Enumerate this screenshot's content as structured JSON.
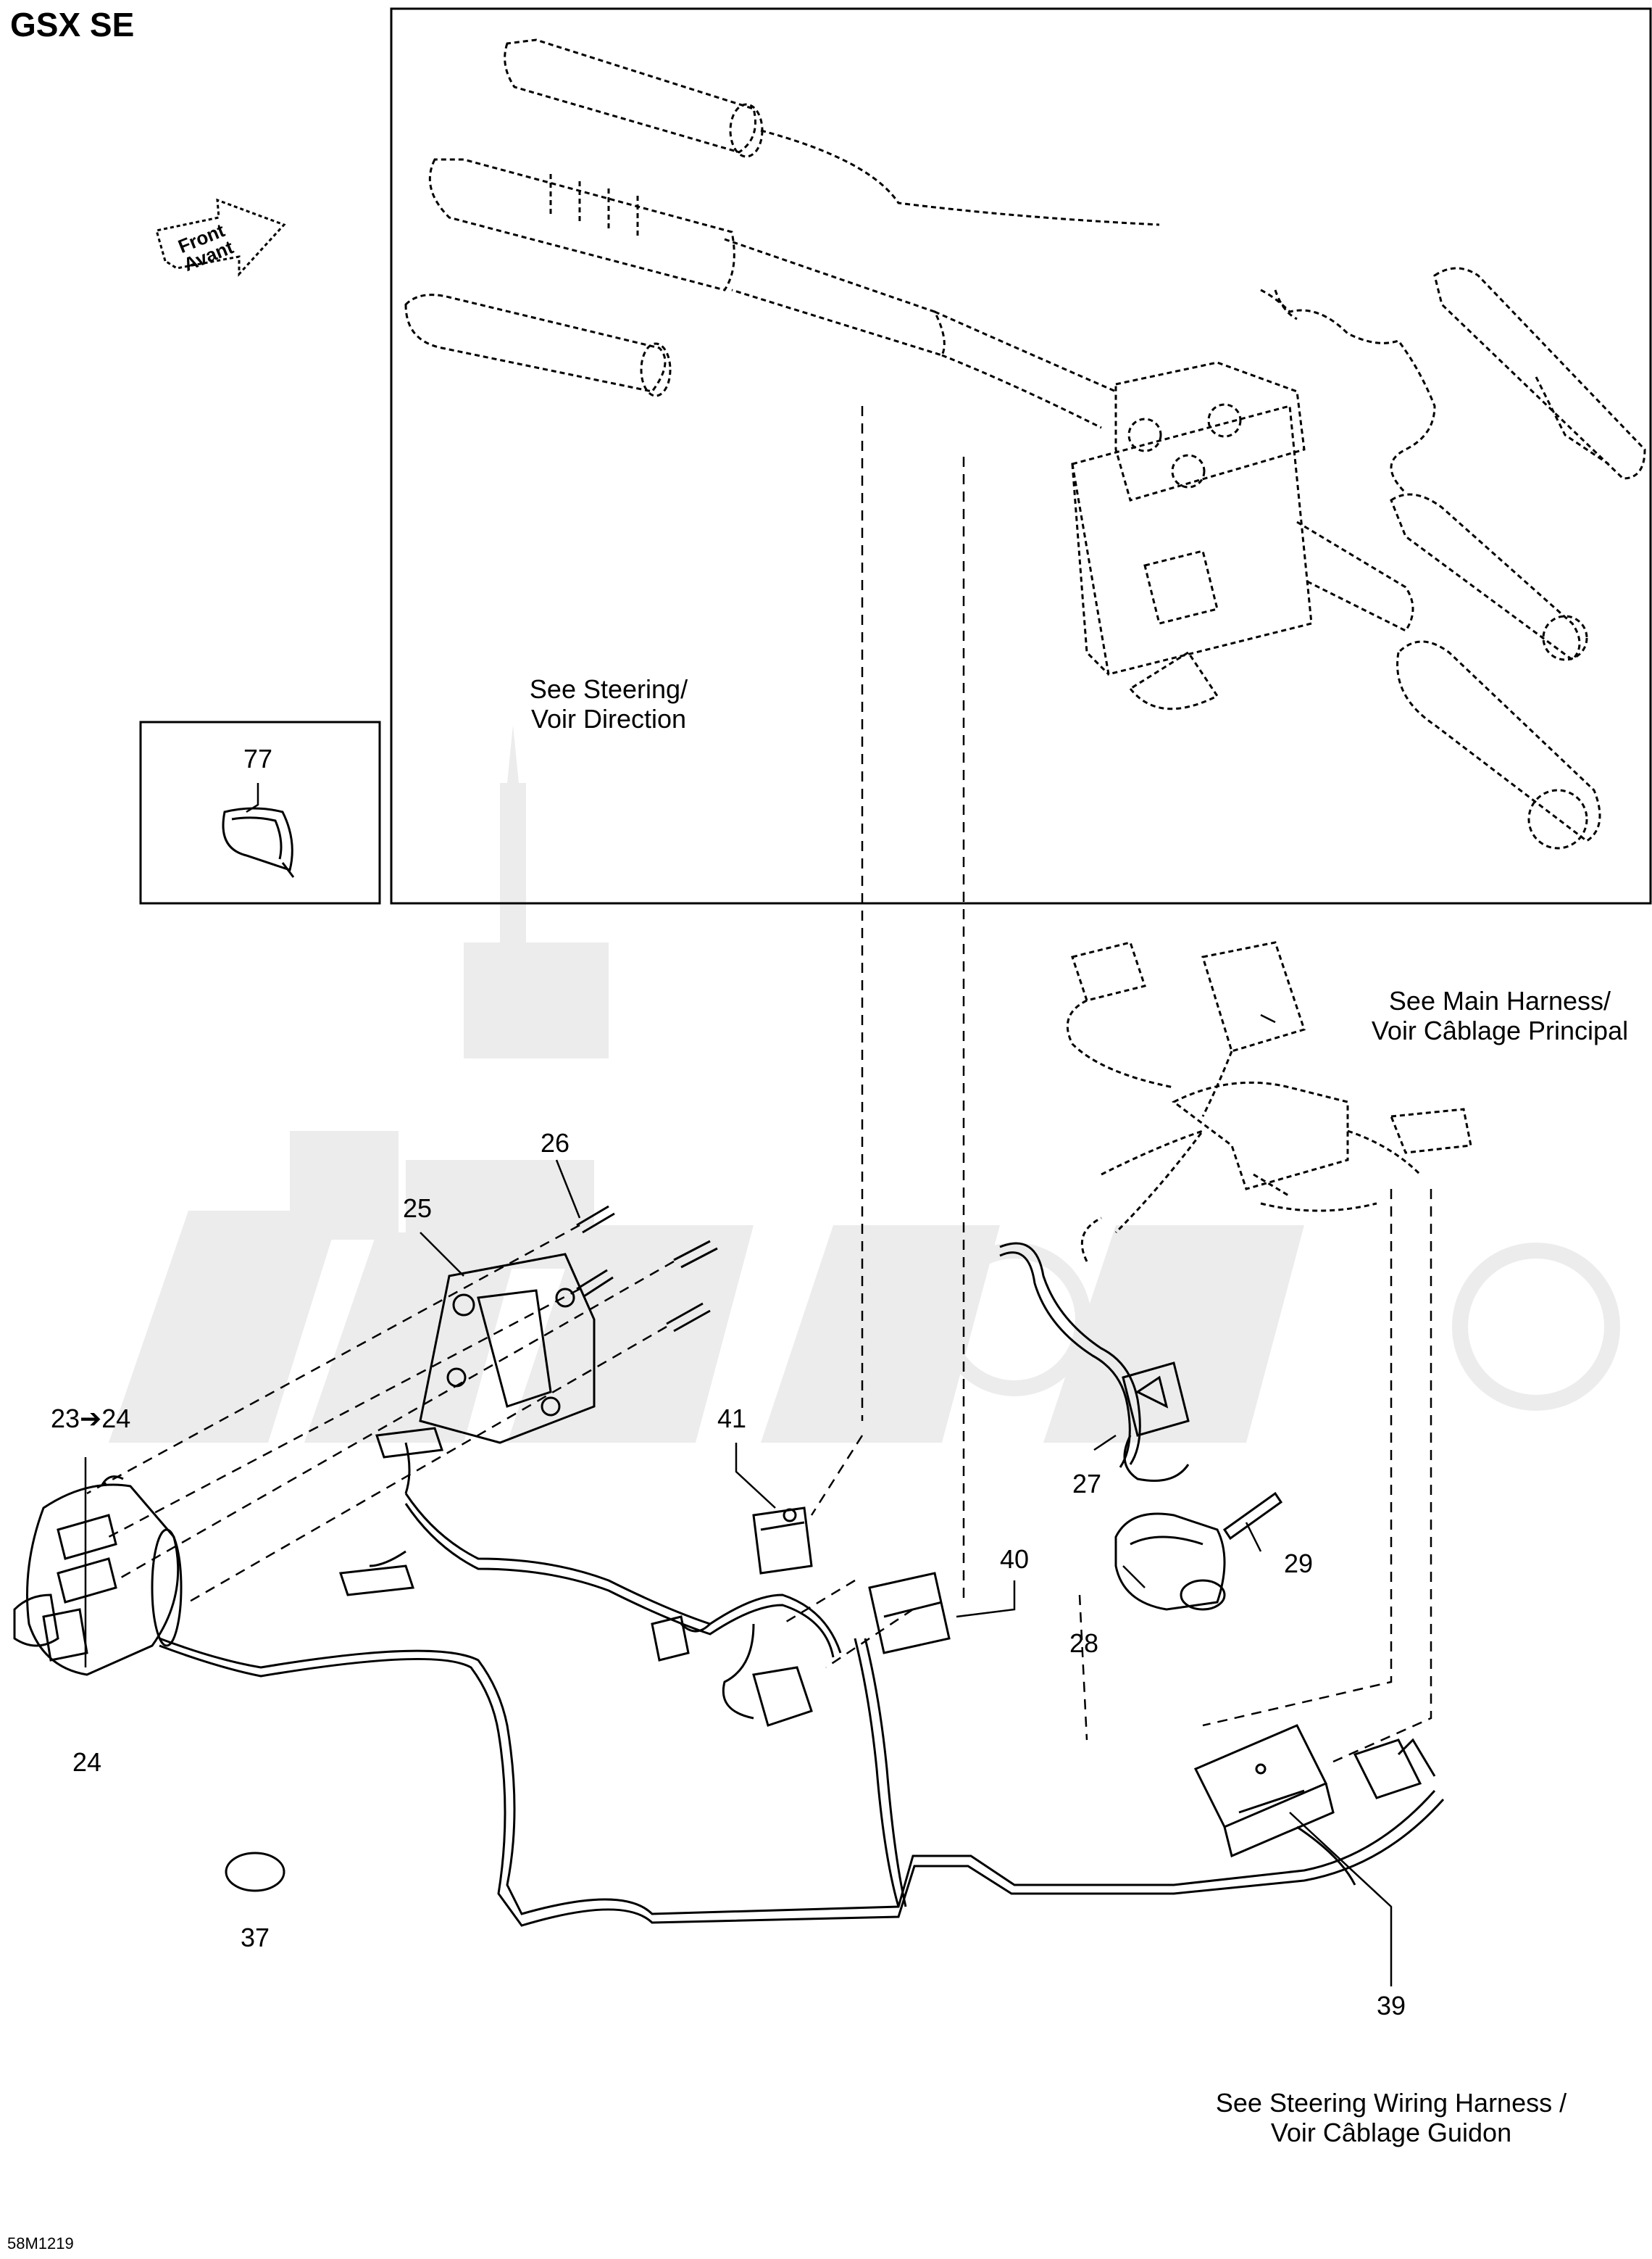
{
  "model_title": "GSX SE",
  "drawing_number": "58M1219",
  "front_arrow": {
    "line1": "Front",
    "line2": "Avant"
  },
  "references": {
    "steering": {
      "line1": "See Steering/",
      "line2": "Voir Direction"
    },
    "main_harness": {
      "line1": "See Main Harness/",
      "line2": "Voir Câblage Principal"
    },
    "steering_wiring_harness": {
      "line1": "See Steering Wiring Harness /",
      "line2": "Voir Câblage Guidon"
    }
  },
  "callouts": {
    "p77": "77",
    "p26": "26",
    "p25": "25",
    "p23_24": "23➔24",
    "p24": "24",
    "p37": "37",
    "p41": "41",
    "p40": "40",
    "p27": "27",
    "p29": "29",
    "p28": "28",
    "p39": "39"
  },
  "colors": {
    "line": "#000000",
    "watermark": "#e8e8e8",
    "background": "#ffffff"
  }
}
